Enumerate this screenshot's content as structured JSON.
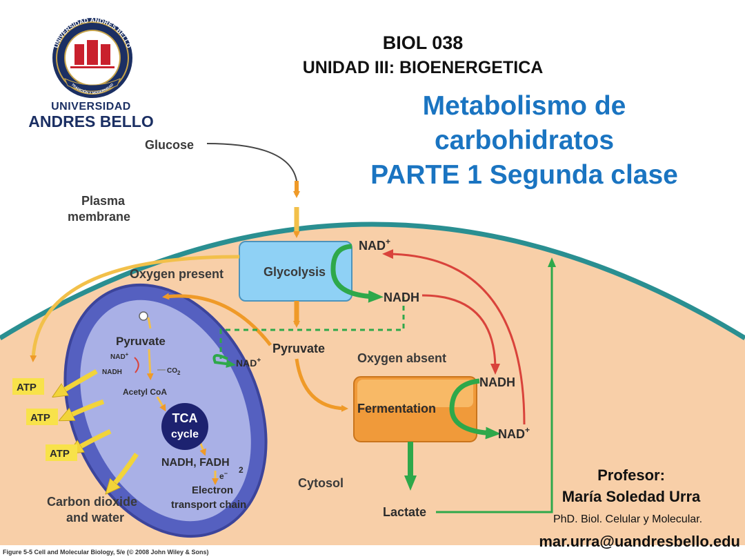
{
  "header": {
    "course": "BIOL 038",
    "unit": "UNIDAD III: BIOENERGETICA"
  },
  "title": {
    "line1": "Metabolismo de",
    "line2": "carbohidratos",
    "line3": "PARTE 1 Segunda clase"
  },
  "logo": {
    "ring_top": "UNIVERSIDAD ANDRES BELLO",
    "ring_bottom": "TRADICIÓN Y MODERNIDAD",
    "name_line1": "UNIVERSIDAD",
    "name_line2": "ANDRES BELLO"
  },
  "diagram": {
    "glucose": "Glucose",
    "plasma_membrane_1": "Plasma",
    "plasma_membrane_2": "membrane",
    "oxygen_present": "Oxygen present",
    "glycolysis": "Glycolysis",
    "nad_plus_top": "NAD",
    "nadh_top": "NADH",
    "pyruvate_center": "Pyruvate",
    "nad_plus_mid": "NAD",
    "oxygen_absent": "Oxygen absent",
    "fermentation": "Fermentation",
    "nadh_right": "NADH",
    "nad_plus_right": "NAD",
    "lactate": "Lactate",
    "cytosol": "Cytosol",
    "mito_pyruvate": "Pyruvate",
    "mito_nad": "NAD",
    "mito_nadh": "NADH",
    "mito_co2": "CO",
    "acetyl_coa": "Acetyl CoA",
    "tca_1": "TCA",
    "tca_2": "cycle",
    "nadh_fadh": "NADH, FADH",
    "fadh_sub": "2",
    "electron": "e",
    "etc_1": "Electron",
    "etc_2": "transport chain",
    "atp_1": "ATP",
    "atp_2": "ATP",
    "atp_3": "ATP",
    "co2_water_1": "Carbon dioxide",
    "co2_water_2": "and water",
    "superscript_plus": "+",
    "superscript_minus": "−",
    "subscript_2": "2",
    "figure_caption": "Figure 5-5  Cell and Molecular Biology, 5/e (© 2008 John Wiley & Sons)"
  },
  "professor": {
    "label": "Profesor:",
    "name": "María Soledad Urra",
    "degree": "PhD.  Biol. Celular y Molecular.",
    "email": "mar.urra@uandresbello.edu"
  },
  "colors": {
    "title_blue": "#1a74c1",
    "cytosol": "#f8cfa8",
    "membrane": "#2a8f91",
    "mitochondrion": "#5560c0",
    "glycolysis_box": "#8fd1f5",
    "fermentation_box": "#f09a3a",
    "green_arrow": "#2ea84a",
    "red_arrow": "#d9433b",
    "orange_arrow": "#ef9a28",
    "atp_box": "#f8e24a",
    "logo_navy": "#1b2f63",
    "logo_red": "#c9202d",
    "logo_gold": "#c7a44a"
  }
}
